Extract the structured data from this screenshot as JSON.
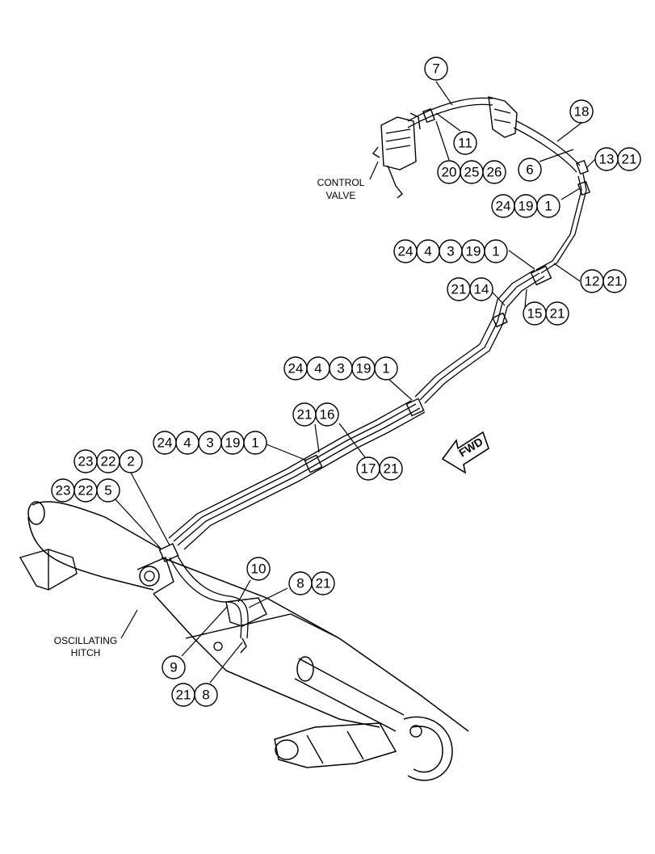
{
  "labels": {
    "control_valve_line1": "CONTROL",
    "control_valve_line2": "VALVE",
    "hitch_line1": "OSCILLATING",
    "hitch_line2": "HITCH",
    "fwd": "FWD"
  },
  "callouts": [
    {
      "id": "c1",
      "items": [
        "7"
      ]
    },
    {
      "id": "c2",
      "items": [
        "18"
      ]
    },
    {
      "id": "c3",
      "items": [
        "11"
      ]
    },
    {
      "id": "c4",
      "items": [
        "20",
        "25",
        "26"
      ]
    },
    {
      "id": "c5",
      "items": [
        "6"
      ]
    },
    {
      "id": "c6",
      "items": [
        "13",
        "21"
      ]
    },
    {
      "id": "c7",
      "items": [
        "24",
        "19",
        "1"
      ]
    },
    {
      "id": "c8",
      "items": [
        "24",
        "4",
        "3",
        "19",
        "1"
      ]
    },
    {
      "id": "c9",
      "items": [
        "12",
        "21"
      ]
    },
    {
      "id": "c10",
      "items": [
        "21",
        "14"
      ]
    },
    {
      "id": "c11",
      "items": [
        "15",
        "21"
      ]
    },
    {
      "id": "c12",
      "items": [
        "24",
        "4",
        "3",
        "19",
        "1"
      ]
    },
    {
      "id": "c13",
      "items": [
        "21",
        "16"
      ]
    },
    {
      "id": "c14",
      "items": [
        "24",
        "4",
        "3",
        "19",
        "1"
      ]
    },
    {
      "id": "c15",
      "items": [
        "17",
        "21"
      ]
    },
    {
      "id": "c16",
      "items": [
        "23",
        "22",
        "2"
      ]
    },
    {
      "id": "c17",
      "items": [
        "23",
        "22",
        "5"
      ]
    },
    {
      "id": "c18",
      "items": [
        "10"
      ]
    },
    {
      "id": "c19",
      "items": [
        "8",
        "21"
      ]
    },
    {
      "id": "c20",
      "items": [
        "9"
      ]
    },
    {
      "id": "c21",
      "items": [
        "21",
        "8"
      ]
    }
  ]
}
